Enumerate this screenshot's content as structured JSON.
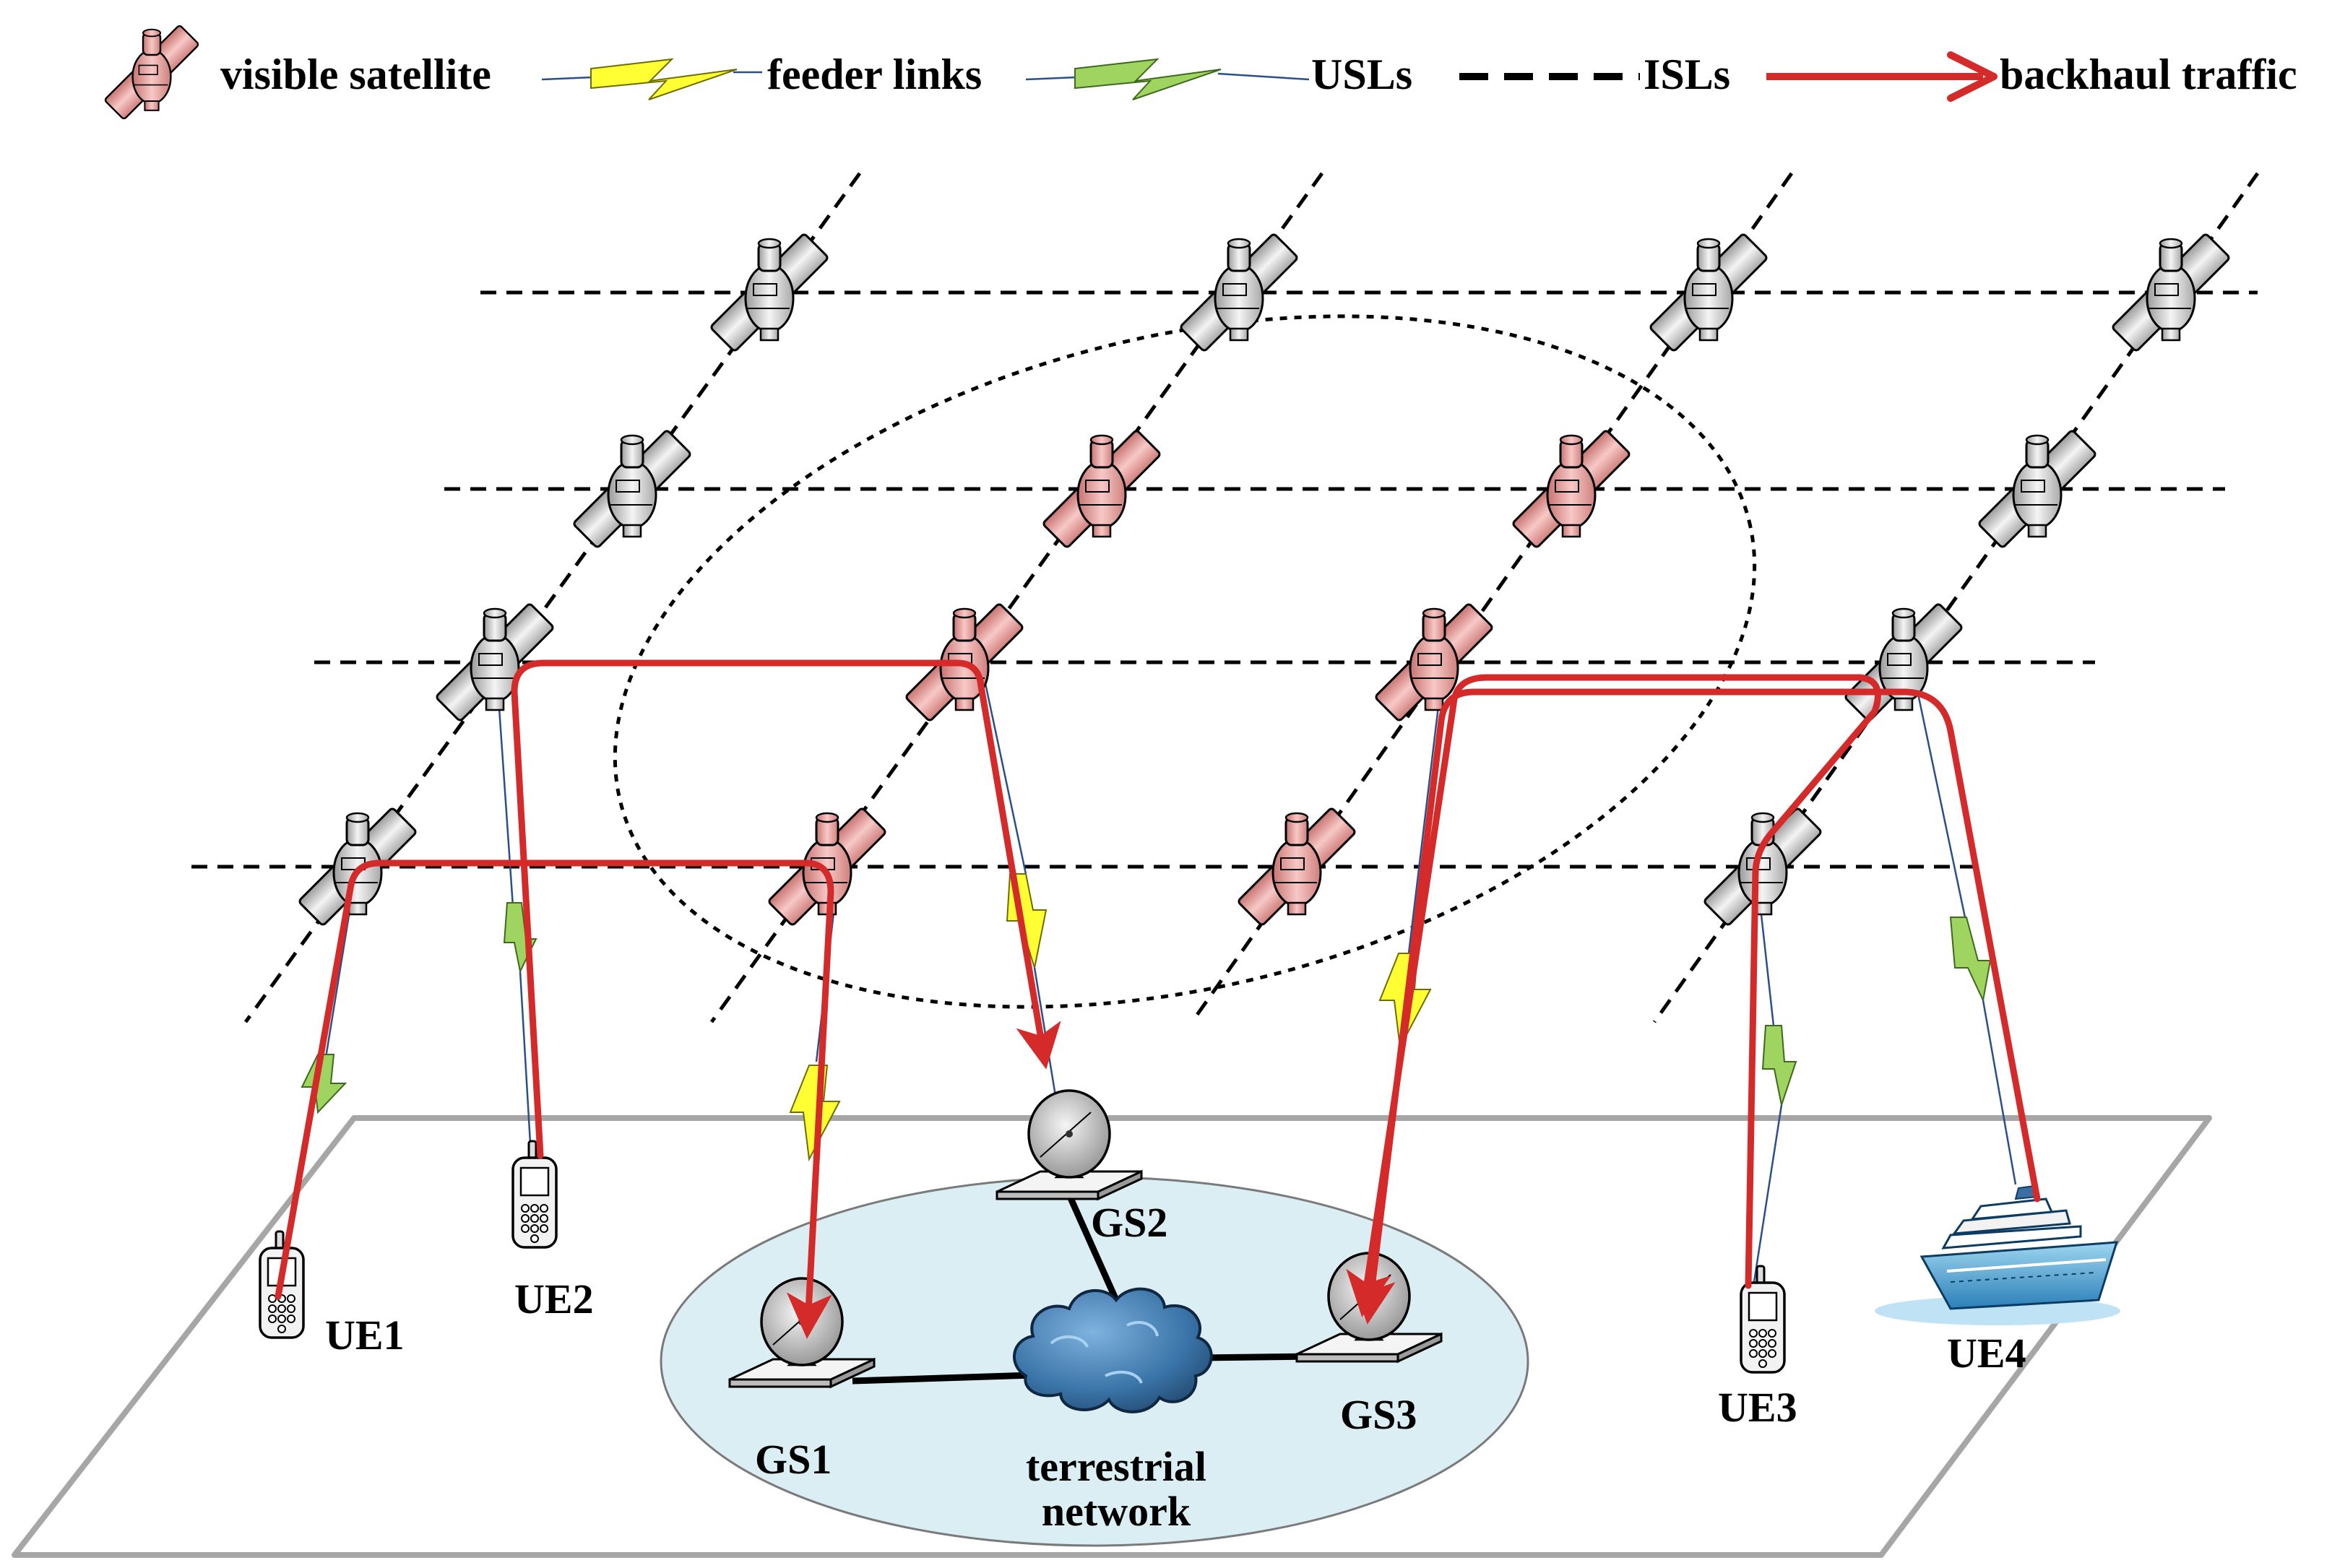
{
  "legend": {
    "visible_satellite": "visible satellite",
    "feeder_links": "feeder links",
    "usls": "USLs",
    "isls": "ISLs",
    "backhaul_traffic": "backhaul traffic"
  },
  "nodes": {
    "ue1": "UE1",
    "ue2": "UE2",
    "ue3": "UE3",
    "ue4": "UE4",
    "gs1": "GS1",
    "gs2": "GS2",
    "gs3": "GS3",
    "terrestrial_line1": "terrestrial",
    "terrestrial_line2": "network"
  },
  "colors": {
    "visible_satellite": "#e59a98",
    "other_satellite": "#d9d9d9",
    "backhaul": "#d42a2a",
    "feeder_bolt": "#ffff33",
    "usl_bolt": "#9fd460",
    "terrestrial_area": "#dbeef4",
    "cloud": "#3f7fb8"
  },
  "icons": {
    "satellite": "satellite-icon",
    "phone": "mobile-phone-icon",
    "ship": "cruise-ship-icon",
    "dish": "satellite-dish-icon",
    "cloud": "cloud-icon"
  }
}
